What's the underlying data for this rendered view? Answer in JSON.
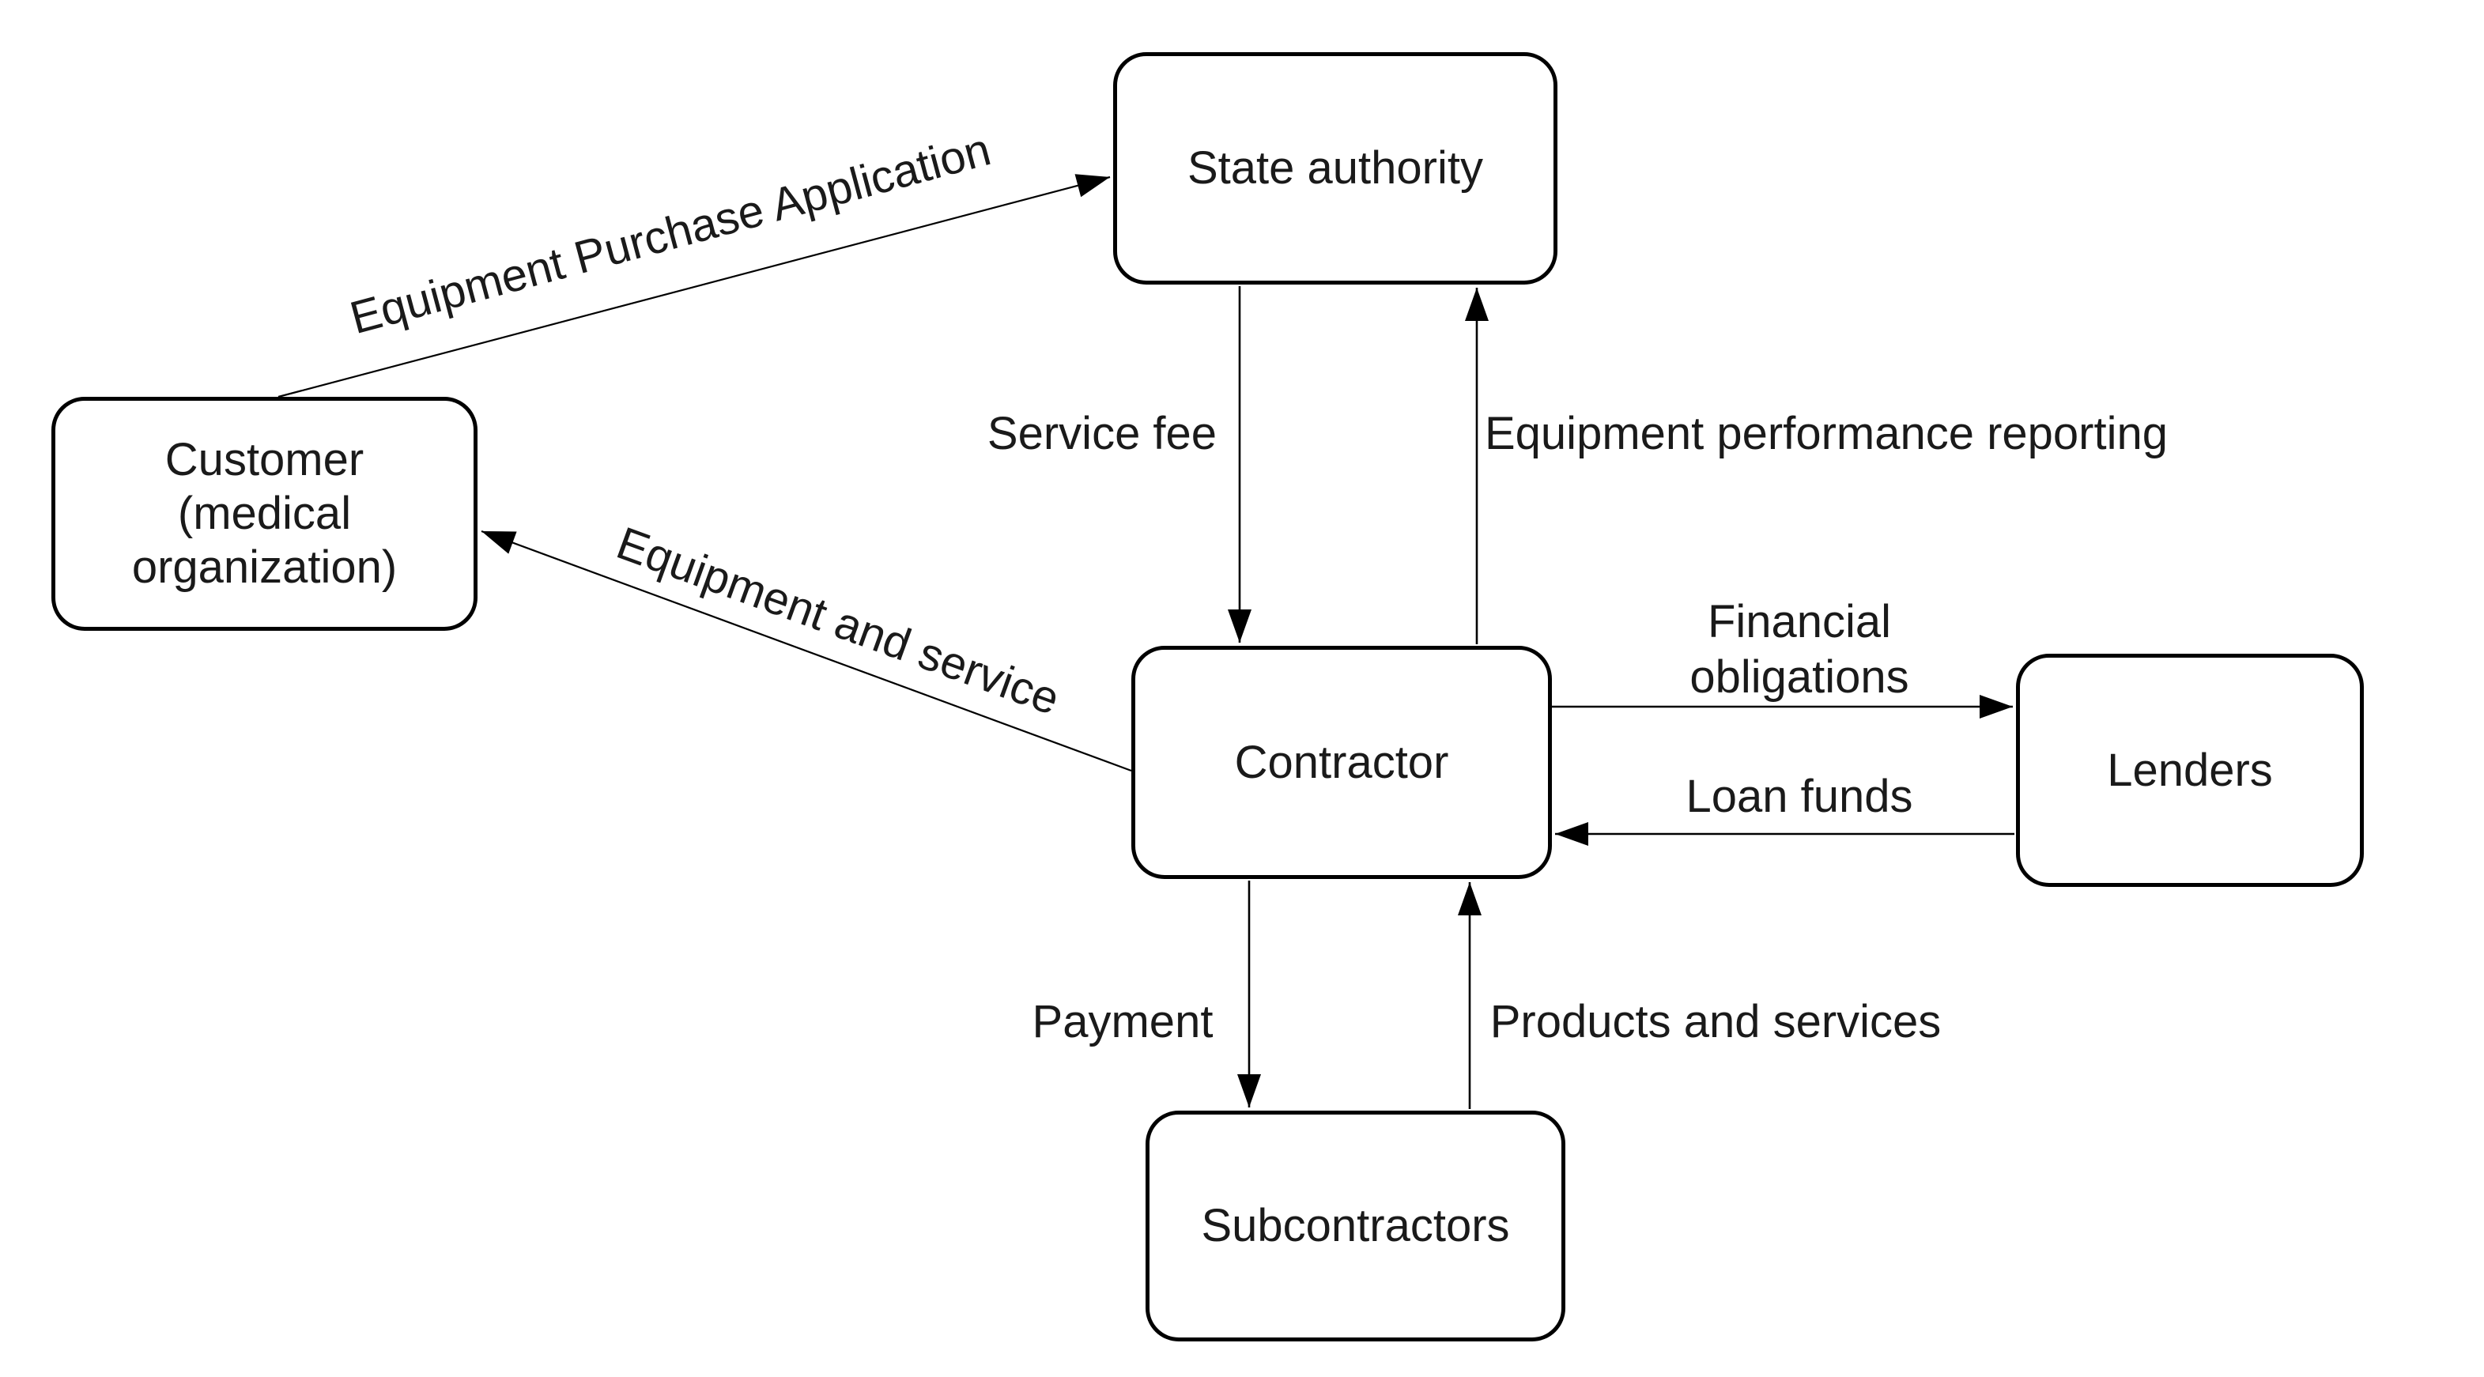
{
  "diagram": {
    "background_color": "#ffffff",
    "box_fill_color": "#ffffff",
    "box_stroke_color": "#000000",
    "text_color": "#1a1a1a",
    "nodes": {
      "state_authority": {
        "label": "State authority"
      },
      "customer": {
        "lines": [
          "Customer",
          "(medical",
          "organization)"
        ]
      },
      "contractor": {
        "label": "Contractor"
      },
      "lenders": {
        "label": "Lenders"
      },
      "subcontractors": {
        "label": "Subcontractors"
      }
    },
    "edges": {
      "equipment_purchase_application": {
        "label": "Equipment Purchase Application",
        "from": "Customer (medical organization)",
        "to": "State authority"
      },
      "equipment_and_service": {
        "label": "Equipment and service",
        "from": "Contractor",
        "to": "Customer (medical organization)"
      },
      "service_fee": {
        "label": "Service fee",
        "from": "State authority",
        "to": "Contractor"
      },
      "equipment_performance_reporting": {
        "label": "Equipment performance reporting",
        "from": "Contractor",
        "to": "State authority"
      },
      "financial_obligations": {
        "lines": [
          "Financial",
          "obligations"
        ],
        "from": "Contractor",
        "to": "Lenders"
      },
      "loan_funds": {
        "label": "Loan funds",
        "from": "Lenders",
        "to": "Contractor"
      },
      "payment": {
        "label": "Payment",
        "from": "Contractor",
        "to": "Subcontractors"
      },
      "products_and_services": {
        "label": "Products and services",
        "from": "Subcontractors",
        "to": "Contractor"
      }
    }
  }
}
